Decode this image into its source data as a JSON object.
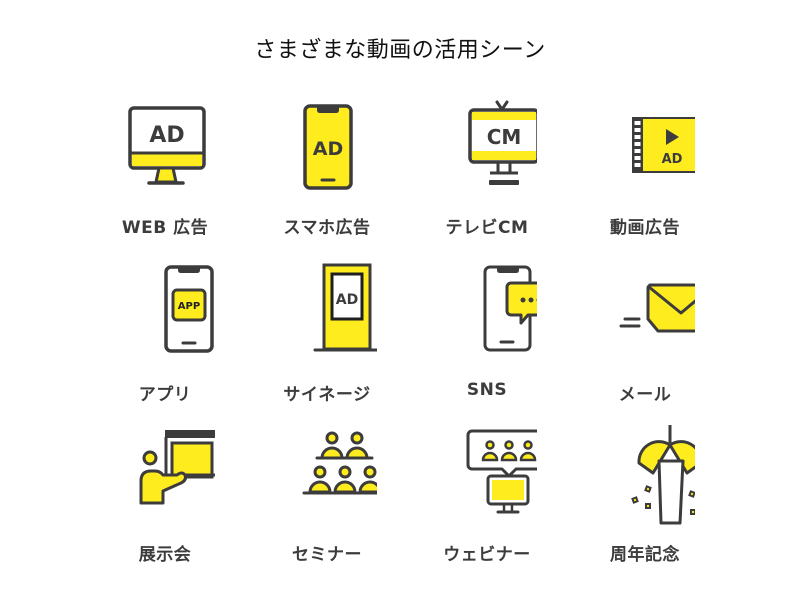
{
  "title": "さまざまな動画の活用シーン",
  "colors": {
    "accent": "#FFEC1E",
    "stroke": "#3c3c3c",
    "background": "#ffffff"
  },
  "items": [
    {
      "label": "WEB 広告",
      "icon": "desktop-monitor-ad-icon",
      "icon_text": "AD"
    },
    {
      "label": "スマホ広告",
      "icon": "smartphone-ad-icon",
      "icon_text": "AD"
    },
    {
      "label": "テレビCM",
      "icon": "television-cm-icon",
      "icon_text": "CM"
    },
    {
      "label": "動画広告",
      "icon": "film-strip-play-ad-icon",
      "icon_text": "AD"
    },
    {
      "label": "アプリ",
      "icon": "smartphone-app-icon",
      "icon_text": "APP"
    },
    {
      "label": "サイネージ",
      "icon": "digital-signage-icon",
      "icon_text": "AD"
    },
    {
      "label": "SNS",
      "icon": "smartphone-chat-bubble-icon",
      "icon_text": ""
    },
    {
      "label": "メール",
      "icon": "envelope-mail-icon",
      "icon_text": ""
    },
    {
      "label": "展示会",
      "icon": "exhibition-presenter-icon",
      "icon_text": ""
    },
    {
      "label": "セミナー",
      "icon": "seminar-audience-icon",
      "icon_text": ""
    },
    {
      "label": "ウェビナー",
      "icon": "webinar-monitor-icon",
      "icon_text": ""
    },
    {
      "label": "周年記念",
      "icon": "kusudama-celebration-icon",
      "icon_text": ""
    }
  ]
}
